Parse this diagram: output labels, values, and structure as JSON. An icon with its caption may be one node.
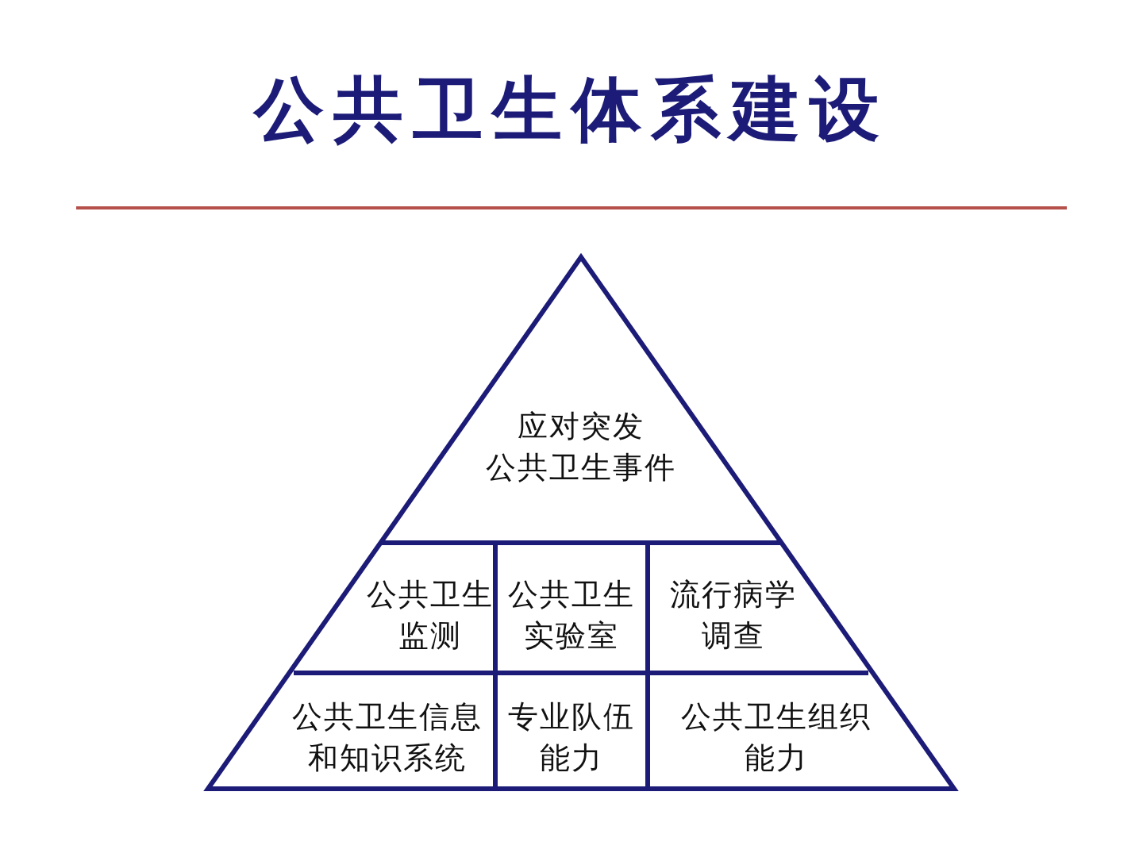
{
  "diagram": {
    "title": "公共卫生体系建设",
    "nodes": [
      {
        "text": [
          "应对突发公共卫生事件"
        ]
      },
      {
        "text": [
          "公共卫生监测"
        ]
      },
      {
        "text": [
          "公共卫生实验室"
        ]
      },
      {
        "text": [
          "流行病学调查"
        ]
      },
      {
        "text": [
          "公共卫生信息和知识系统"
        ]
      },
      {
        "text": [
          "专业队伍能力"
        ]
      },
      {
        "text": [
          "公共卫生组织能力"
        ]
      }
    ]
  }
}
